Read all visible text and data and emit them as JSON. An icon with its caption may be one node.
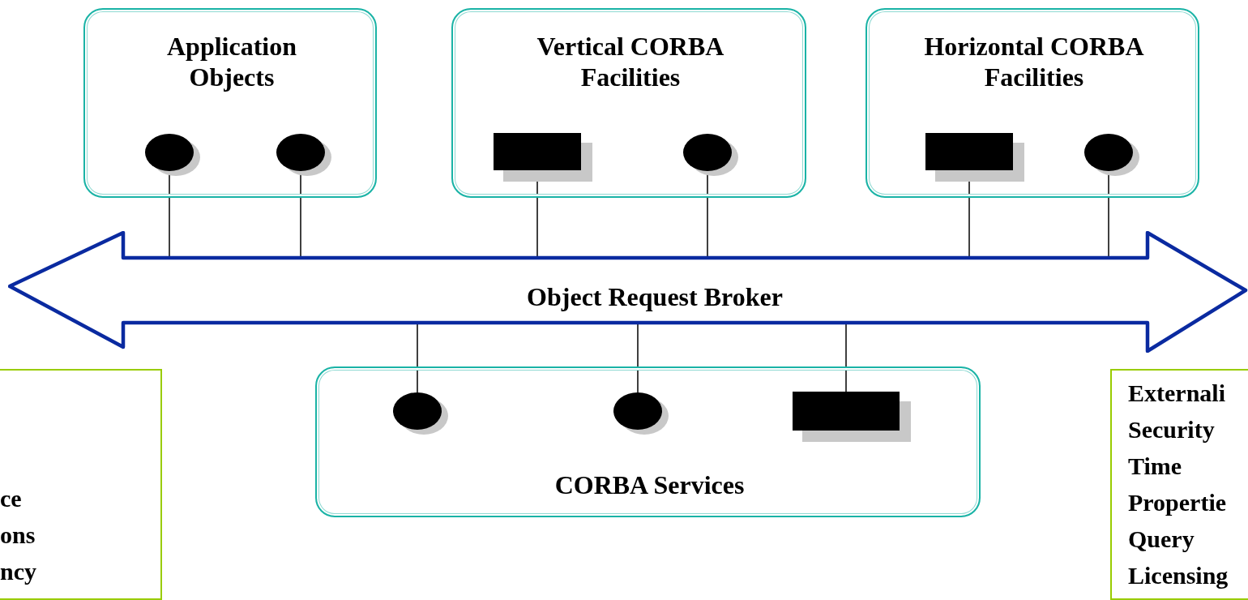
{
  "diagram": {
    "nodes": [
      {
        "text": [
          "Application Objects"
        ]
      },
      {
        "text": [
          "Vertical CORBA Facilities"
        ]
      },
      {
        "text": [
          "Horizontal CORBA Facilities"
        ]
      },
      {
        "text": [
          "Object Request Broker"
        ]
      },
      {
        "text": [
          "CORBA Services"
        ]
      },
      {
        "text": [
          "ce",
          "ons",
          "ncy"
        ]
      },
      {
        "text": [
          "Externali",
          "Security",
          "Time",
          "Propertie",
          "Query",
          "Licensing"
        ]
      },
      {
        "text": [],
        "shape": "circle",
        "in": 0
      },
      {
        "text": [],
        "shape": "circle",
        "in": 0
      },
      {
        "text": [],
        "shape": "box",
        "in": 1
      },
      {
        "text": [],
        "shape": "circle",
        "in": 1
      },
      {
        "text": [],
        "shape": "box",
        "in": 2
      },
      {
        "text": [],
        "shape": "circle",
        "in": 2
      },
      {
        "text": [],
        "shape": "circle",
        "in": 4
      },
      {
        "text": [],
        "shape": "circle",
        "in": 4
      },
      {
        "text": [],
        "shape": "box",
        "in": 4
      }
    ],
    "edges": [
      {
        "from": 7,
        "to": 3,
        "arrow": "none"
      },
      {
        "from": 8,
        "to": 3,
        "arrow": "none"
      },
      {
        "from": 9,
        "to": 3,
        "arrow": "none"
      },
      {
        "from": 10,
        "to": 3,
        "arrow": "none"
      },
      {
        "from": 11,
        "to": 3,
        "arrow": "none"
      },
      {
        "from": 12,
        "to": 3,
        "arrow": "none"
      },
      {
        "from": 3,
        "to": 13,
        "arrow": "none"
      },
      {
        "from": 3,
        "to": 14,
        "arrow": "none"
      },
      {
        "from": 3,
        "to": 15,
        "arrow": "none"
      }
    ]
  }
}
